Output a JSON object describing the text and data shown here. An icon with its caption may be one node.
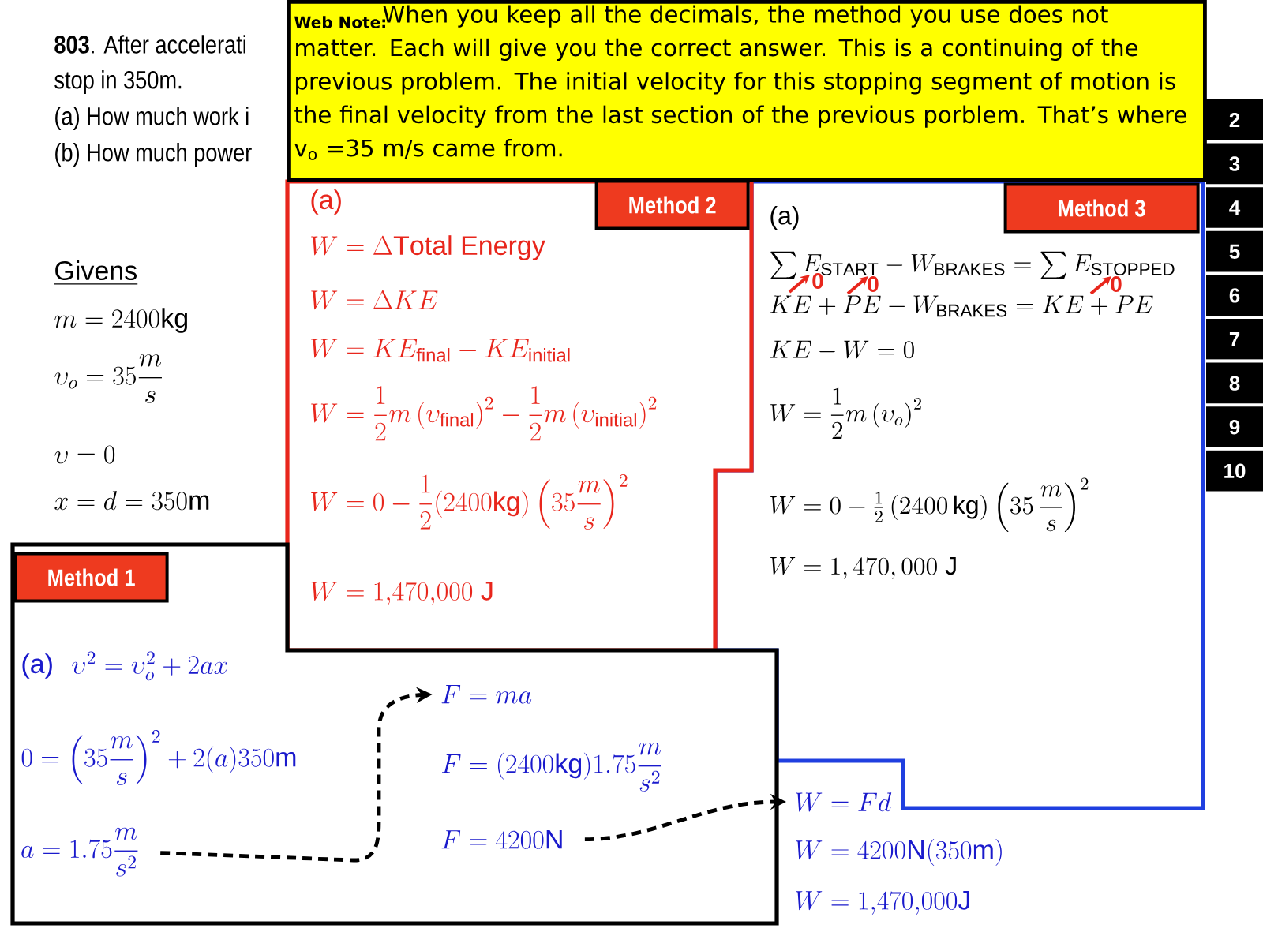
{
  "diagram": {
    "nodes": [
      {
        "text": [
          "Web Note:",
          "When you keep all the decimals, the method you use does not matter. Each will give you the correct answer. This is a continuing of the previous problem. The initial velocity for this stopping segment of motion is the final velocity from the last section of the previous porblem. That’s where v$_{o}$ =35 m/s came from."
        ]
      },
      {
        "text": [
          "(a)",
          "W=\\Delta\\mathrm{Total\\ Energy}",
          "W=\\Delta KE",
          "W=KE_{\\mathrm{final}}-KE_{\\mathrm{initial}}",
          "W=\\frac{1}{2}m\\left(\\upsilon_{\\mathrm{final}}\\right)^2-\\frac{1}{2}m\\left(\\upsilon_{\\mathrm{initial}}\\right)^2",
          "W=0-\\frac{1}{2}(2400\\mathrm{kg})\\left(35\\frac{m}{s}\\right)^2",
          "W=1{,}470{,}000\\ \\mathrm{J}"
        ]
      },
      {
        "text": [
          "Method 2"
        ],
        "in": 1
      },
      {
        "text": [
          "(a)",
          "\\sum E_{\\mathrm{START}}-W_{\\mathrm{BRAKES}}=\\sum E_{\\mathrm{STOPPED}}",
          "KE+PE-W_{\\mathrm{BRAKES}}=KE+PE",
          "KE-W=0",
          "W=\\frac{1}{2}m\\left(\\upsilon_o\\right)^2",
          "W=0-\\tfrac{1}{2}\\,(2400\\,\\mathrm{kg})\\left(35\\,\\frac{m}{s}\\right)^{2}",
          "W=1,470,000\\ \\mathrm{J}"
        ]
      },
      {
        "text": [
          "Method 3"
        ],
        "in": 3
      },
      {
        "text": [],
        "shape": "box"
      },
      {
        "text": [
          "Method 1"
        ],
        "in": 5
      },
      {
        "text": [
          "a=1.75\\frac{m}{s^2}"
        ],
        "in": 5
      },
      {
        "text": [
          "F=ma"
        ],
        "in": 5
      },
      {
        "text": [
          "F=4200\\mathrm{N}"
        ],
        "in": 5
      },
      {
        "text": [
          "W=Fd"
        ]
      }
    ],
    "edges": [
      {
        "from": 7,
        "to": 8,
        "arrow": "to",
        "style": "dashed"
      },
      {
        "from": 9,
        "to": 10,
        "arrow": "to",
        "style": "dashed"
      }
    ],
    "labels": [
      "**803**. After accelerati",
      "stop in 350m.",
      "(a) How much work i",
      "(b) How much power",
      "2",
      "3",
      "4",
      "5",
      "6",
      "7",
      "8",
      "9",
      "10",
      "Givens",
      "m=2400\\mathrm{kg}",
      "\\upsilon_o=35\\frac{m}{s}",
      "\\upsilon=0",
      "x=d=350\\mathrm{m}",
      "0",
      "0",
      "0",
      "(a)",
      "\\upsilon^2=\\upsilon_o^2+2ax",
      "0=\\left(35\\frac{m}{s}\\right)^2+2(a)350\\mathrm{m}",
      "F=(2400\\mathrm{kg})1.75\\frac{m}{s^2}",
      "W=4200\\mathrm{N}(350\\mathrm{m})",
      "W=1{,}470{,}000\\mathrm{J}"
    ]
  }
}
